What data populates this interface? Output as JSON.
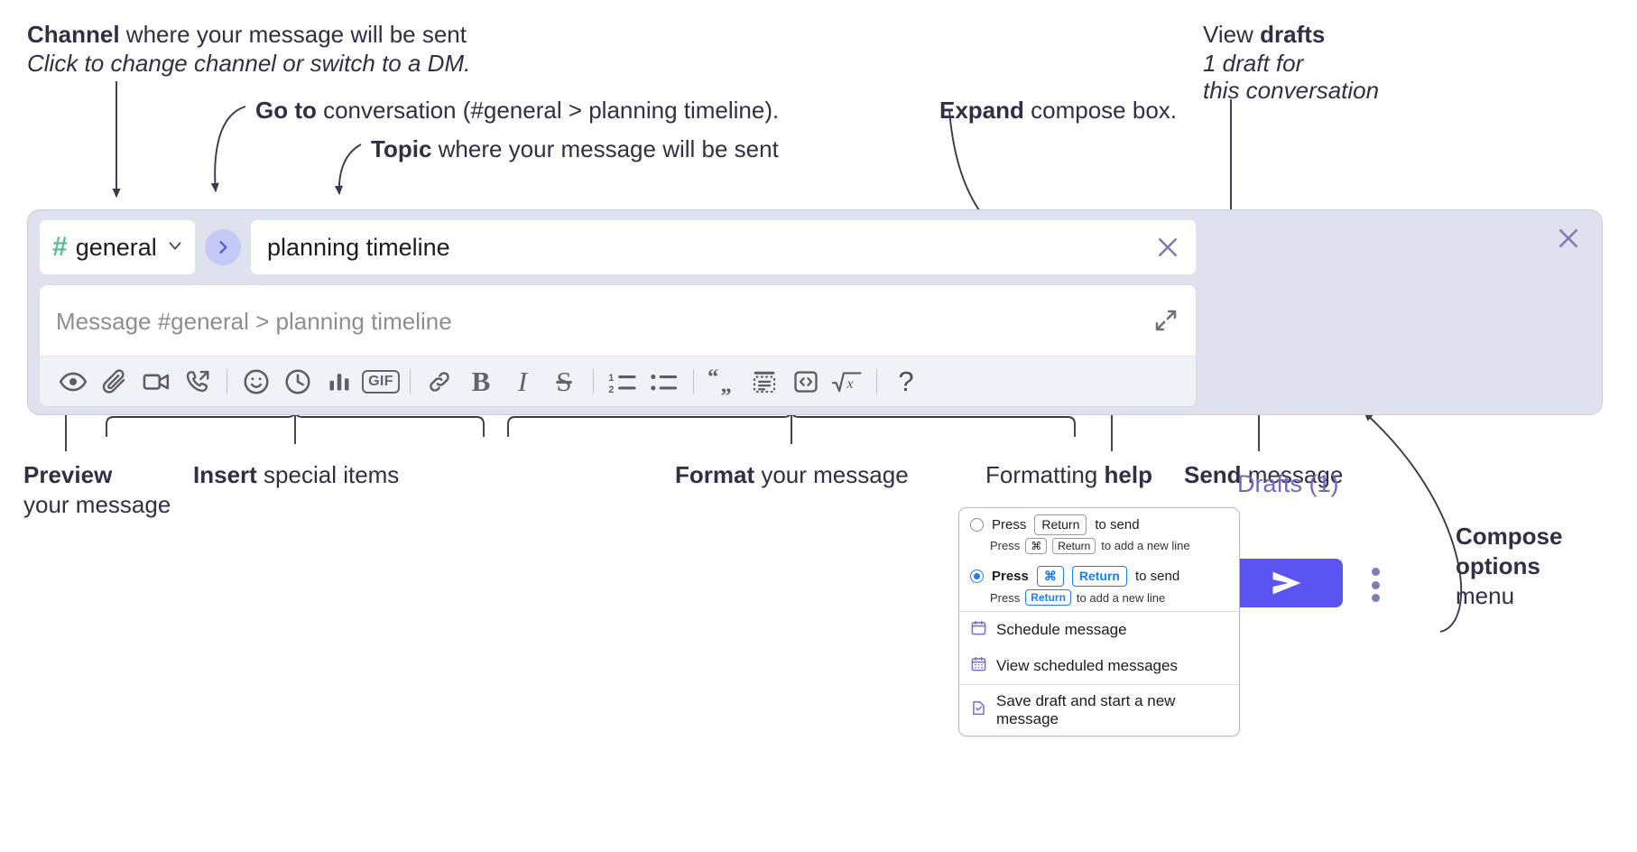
{
  "annotations": {
    "channel": {
      "bold": "Channel",
      "rest": " where your message will be sent",
      "italic": "Click to change channel or switch to a DM."
    },
    "goto": {
      "bold": "Go to",
      "rest": " conversation (#general > planning timeline)."
    },
    "topic": {
      "bold": "Topic",
      "rest": " where your message will be sent"
    },
    "expand": {
      "bold": "Expand",
      "rest": " compose box."
    },
    "drafts": {
      "plain": "View ",
      "bold": "drafts",
      "italic_line1": "1 draft for",
      "italic_line2": "this conversation"
    },
    "preview": {
      "bold": "Preview",
      "line2": "your message"
    },
    "insert": {
      "bold": "Insert",
      "rest": " special items"
    },
    "format": {
      "bold": "Format",
      "rest": " your message"
    },
    "formatting_help": {
      "plain": "Formatting ",
      "bold": "help"
    },
    "send": {
      "bold": "Send",
      "rest": " message"
    },
    "compose_options": {
      "bold_line1": "Compose",
      "bold_line2": "options",
      "line3": "menu"
    }
  },
  "composer": {
    "channel_name": "general",
    "channel_hash": "#",
    "topic_value": "planning timeline",
    "message_placeholder": "Message #general > planning timeline",
    "drafts_label": "Drafts (1)",
    "toolbar_left": [
      {
        "name": "preview-icon",
        "label": "Preview"
      },
      {
        "name": "attachment-icon",
        "label": "Attach file"
      },
      {
        "name": "video-icon",
        "label": "Record video clip"
      },
      {
        "name": "audio-call-icon",
        "label": "Record audio clip"
      }
    ],
    "toolbar_insert": [
      {
        "name": "emoji-icon",
        "label": "Emoji"
      },
      {
        "name": "clock-icon",
        "label": "Reminder"
      },
      {
        "name": "poll-icon",
        "label": "Poll"
      },
      {
        "name": "gif-icon",
        "label": "GIF"
      }
    ],
    "toolbar_format": [
      {
        "name": "link-icon",
        "label": "Link"
      },
      {
        "name": "bold-icon",
        "label": "B"
      },
      {
        "name": "italic-icon",
        "label": "I"
      },
      {
        "name": "strikethrough-icon",
        "label": "S"
      },
      {
        "name": "ordered-list-icon",
        "label": "Ordered list"
      },
      {
        "name": "bulleted-list-icon",
        "label": "Bulleted list"
      },
      {
        "name": "blockquote-icon",
        "label": "Blockquote"
      },
      {
        "name": "code-block-icon",
        "label": "Code block"
      },
      {
        "name": "code-icon",
        "label": "Code"
      },
      {
        "name": "math-icon",
        "label": "Math"
      }
    ],
    "help_glyph": "?",
    "gif_label": "GIF",
    "bold_label": "B",
    "italic_label": "I",
    "strike_label": "S"
  },
  "options_menu": {
    "option1": {
      "selected": false,
      "press": "Press",
      "key": "Return",
      "to_send": "to send",
      "sub_press": "Press",
      "sub_key1": "⌘",
      "sub_key2": "Return",
      "sub_tail": "to add a new line"
    },
    "option2": {
      "selected": true,
      "press": "Press",
      "key1": "⌘",
      "key2": "Return",
      "to_send": "to send",
      "sub_press": "Press",
      "sub_key": "Return",
      "sub_tail": "to add a new line"
    },
    "items": [
      {
        "name": "schedule-message",
        "icon": "calendar-icon",
        "label": "Schedule message"
      },
      {
        "name": "view-scheduled-messages",
        "icon": "calendar-grid-icon",
        "label": "View scheduled messages"
      },
      {
        "name": "save-draft",
        "icon": "document-check-icon",
        "label": "Save draft and start a new message"
      }
    ]
  },
  "colors": {
    "panel_bg": "#dfe1ef",
    "send_purple": "#5b54f0",
    "hash_green": "#53c08a",
    "drafts_purple": "#6a6abf",
    "accent_blue": "#1c7ef3",
    "menu_icon_purple": "#7a6fe0"
  }
}
